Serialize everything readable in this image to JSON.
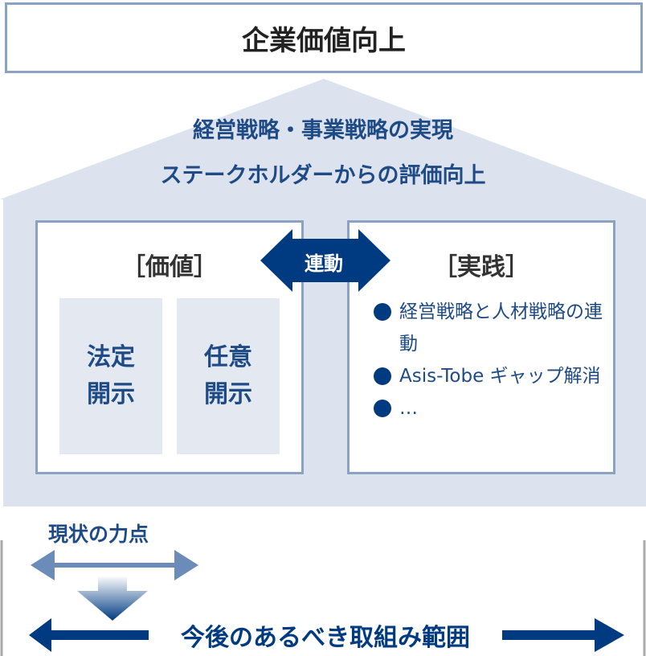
{
  "header": {
    "title": "企業価値向上"
  },
  "roof": {
    "line1": "経営戦略・事業戦略の実現",
    "line2": "ステークホルダーからの評価向上"
  },
  "value_panel": {
    "title": "［価値］",
    "boxes": [
      {
        "line1": "法定",
        "line2": "開示"
      },
      {
        "line1": "任意",
        "line2": "開示"
      }
    ]
  },
  "link": {
    "label": "連動"
  },
  "practice_panel": {
    "title": "［実践］",
    "bullets": [
      "経営戦略と人材戦略の連動",
      "Asis-Tobe ギャップ解消",
      "…"
    ]
  },
  "bottom": {
    "current_label": "現状の力点",
    "future_label": "今後のあるべき取組み範囲"
  },
  "colors": {
    "navy": "#003a80",
    "light": "#dce3ee",
    "border": "#8aa3c4",
    "mid": "#6b8bb8"
  }
}
